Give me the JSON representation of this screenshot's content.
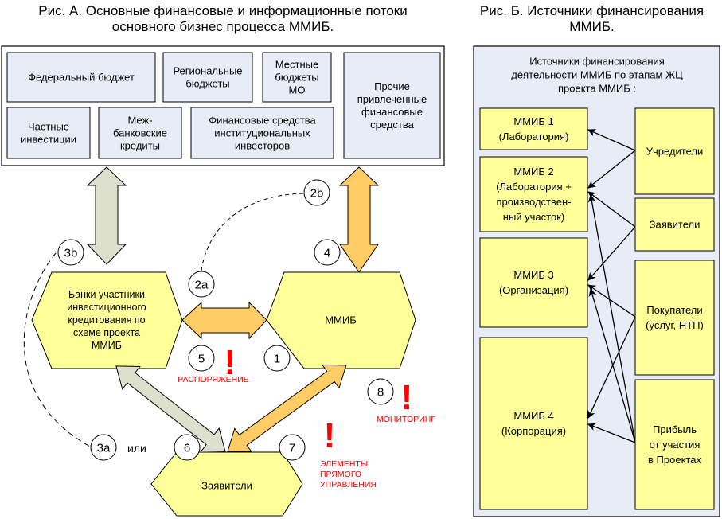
{
  "figure_a": {
    "title_line1": "Рис. А. Основные финансовые и информационные потоки",
    "title_line2": "основного бизнес процесса ММИБ.",
    "sources": [
      {
        "lines": [
          "Федеральный бюджет"
        ]
      },
      {
        "lines": [
          "Региональные",
          "бюджеты"
        ]
      },
      {
        "lines": [
          "Местные",
          "бюджеты",
          "МО"
        ]
      },
      {
        "lines": [
          "Прочие",
          "привлеченные",
          "финансовые",
          "средства"
        ]
      },
      {
        "lines": [
          "Частные",
          "инвестиции"
        ]
      },
      {
        "lines": [
          "Меж-",
          "банковские",
          "кредиты"
        ]
      },
      {
        "lines": [
          "Финансовые средства",
          "институциональных",
          "инвесторов"
        ]
      }
    ],
    "nodes": {
      "banks": [
        "Банки участники",
        "инвестиционного",
        "кредитования  по",
        "схеме проекта",
        "ММИБ"
      ],
      "mmib": [
        "ММИБ"
      ],
      "applicants": [
        "Заявители"
      ]
    },
    "markers": [
      "2b",
      "3b",
      "4",
      "2a",
      "5",
      "1",
      "8",
      "3a",
      "6",
      "7"
    ],
    "or_label": "или",
    "notes": {
      "order": "РАСПОРЯЖЕНИЕ",
      "monitoring": "МОНИТОРИНГ",
      "direct_control": [
        "ЭЛЕМЕНТЫ",
        "ПРЯМОГО",
        "УПРАВЛЕНИЯ"
      ],
      "exclamation": "!"
    }
  },
  "figure_b": {
    "title_line1": "Рис. Б. Источники финансирования",
    "title_line2": "ММИБ.",
    "header": [
      "Источники финансирования",
      "деятельности ММИБ по этапам ЖЦ",
      "проекта ММИБ :"
    ],
    "stages": [
      {
        "lines": [
          "ММИБ 1",
          "(Лаборатория)"
        ]
      },
      {
        "lines": [
          "ММИБ 2",
          "(Лаборатория +",
          "производствен-",
          "ный участок)"
        ]
      },
      {
        "lines": [
          "ММИБ 3",
          "(Организация)"
        ]
      },
      {
        "lines": [
          "ММИБ 4",
          "(Корпорация)"
        ]
      }
    ],
    "funders": [
      {
        "lines": [
          "Учредители"
        ]
      },
      {
        "lines": [
          "Заявители"
        ]
      },
      {
        "lines": [
          "Покупатели",
          "(услуг, НТП)"
        ]
      },
      {
        "lines": [
          "Прибыль",
          "от участия",
          "в Проектах"
        ]
      }
    ]
  },
  "colors": {
    "source_fill": "#e8ecf6",
    "node_fill": "#ffff99",
    "gray_arrow": "#dde0cc",
    "orange_arrow": "#ffcc66",
    "panel_fill": "#e8ecf6",
    "alert_red": "#ff0000"
  }
}
